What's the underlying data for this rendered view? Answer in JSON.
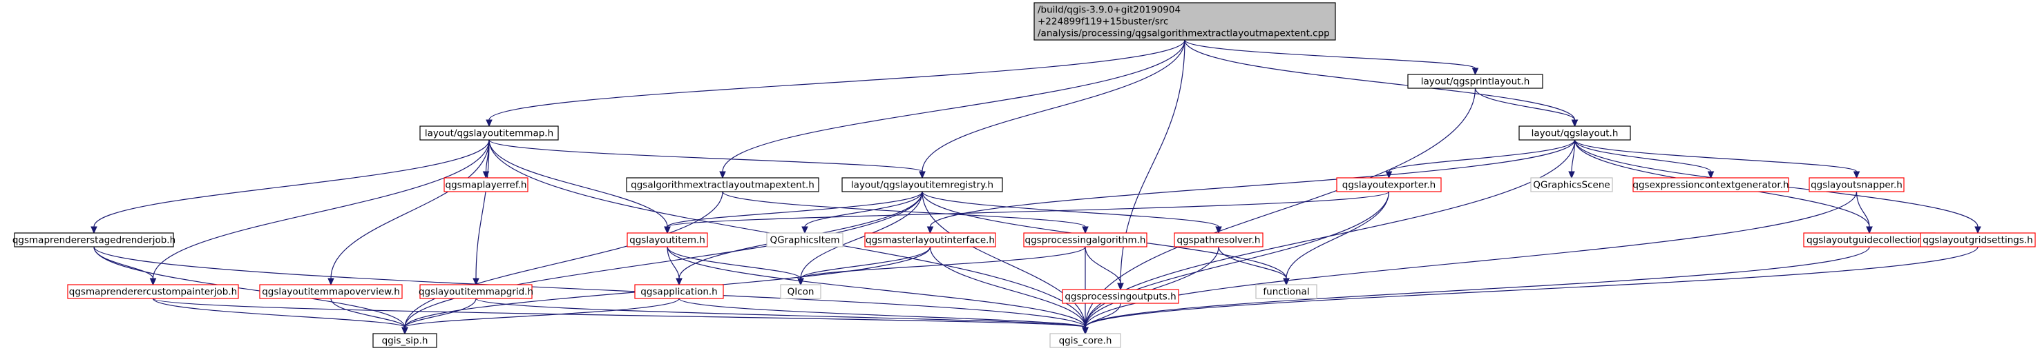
{
  "colors": {
    "edge": "#191970",
    "root_fill": "#bfbfbf",
    "root_border": "#000000",
    "documented_border": "#000000",
    "undocumented_border": "#ff0000",
    "external_border": "#bfbfbf",
    "text": "#000000"
  },
  "nodes": [
    {
      "id": "root",
      "kind": "root",
      "lines": [
        "/build/qgis-3.9.0+git20190904",
        "+224899f119+15buster/src",
        "/analysis/processing/qgsalgorithmextractlayoutmapextent.cpp"
      ]
    },
    {
      "id": "qgsprintlayout",
      "kind": "documented",
      "lines": [
        "layout/qgsprintlayout.h"
      ]
    },
    {
      "id": "qgslayout",
      "kind": "documented",
      "lines": [
        "layout/qgslayout.h"
      ]
    },
    {
      "id": "qgslayoutitemmap",
      "kind": "documented",
      "lines": [
        "layout/qgslayoutitemmap.h"
      ]
    },
    {
      "id": "qgsalgorithmextract_h",
      "kind": "documented",
      "lines": [
        "qgsalgorithmextractlayoutmapextent.h"
      ]
    },
    {
      "id": "qgslayoutitemregistry",
      "kind": "documented",
      "lines": [
        "layout/qgslayoutitemregistry.h"
      ]
    },
    {
      "id": "qgsmaplayerref",
      "kind": "undocumented",
      "lines": [
        "qgsmaplayerref.h"
      ]
    },
    {
      "id": "qgslayoutexporter",
      "kind": "undocumented",
      "lines": [
        "qgslayoutexporter.h"
      ]
    },
    {
      "id": "qgsgraphicsscene",
      "kind": "external",
      "lines": [
        "QGraphicsScene"
      ]
    },
    {
      "id": "qgsexpressioncontextgenerator",
      "kind": "undocumented",
      "lines": [
        "qgsexpressioncontextgenerator.h"
      ]
    },
    {
      "id": "qgslayoutsnapper",
      "kind": "undocumented",
      "lines": [
        "qgslayoutsnapper.h"
      ]
    },
    {
      "id": "qgsmaprendererstagedrenderjob",
      "kind": "documented",
      "lines": [
        "qgsmaprendererstagedrenderjob.h"
      ]
    },
    {
      "id": "qgslayoutitem",
      "kind": "undocumented",
      "lines": [
        "qgslayoutitem.h"
      ]
    },
    {
      "id": "qgraphicsitem",
      "kind": "external",
      "lines": [
        "QGraphicsItem"
      ]
    },
    {
      "id": "qgsmasterlayoutinterface",
      "kind": "undocumented",
      "lines": [
        "qgsmasterlayoutinterface.h"
      ]
    },
    {
      "id": "qgsprocessingalgorithm",
      "kind": "undocumented",
      "lines": [
        "qgsprocessingalgorithm.h"
      ]
    },
    {
      "id": "qgspathresolver",
      "kind": "undocumented",
      "lines": [
        "qgspathresolver.h"
      ]
    },
    {
      "id": "qgslayoutguidecollection",
      "kind": "undocumented",
      "lines": [
        "qgslayoutguidecollection.h"
      ]
    },
    {
      "id": "qgslayoutgridsettings",
      "kind": "undocumented",
      "lines": [
        "qgslayoutgridsettings.h"
      ]
    },
    {
      "id": "qgsmaprenderercustompainterjob",
      "kind": "undocumented",
      "lines": [
        "qgsmaprenderercustompainterjob.h"
      ]
    },
    {
      "id": "qgslayoutitemmapoverview",
      "kind": "undocumented",
      "lines": [
        "qgslayoutitemmapoverview.h"
      ]
    },
    {
      "id": "qgslayoutitemmapgrid",
      "kind": "undocumented",
      "lines": [
        "qgslayoutitemmapgrid.h"
      ]
    },
    {
      "id": "qgsapplication",
      "kind": "undocumented",
      "lines": [
        "qgsapplication.h"
      ]
    },
    {
      "id": "qicon",
      "kind": "external",
      "lines": [
        "QIcon"
      ]
    },
    {
      "id": "qgsprocessingoutputs",
      "kind": "undocumented",
      "lines": [
        "qgsprocessingoutputs.h"
      ]
    },
    {
      "id": "functional",
      "kind": "external",
      "lines": [
        "functional"
      ]
    },
    {
      "id": "qgis_sip",
      "kind": "documented",
      "lines": [
        "qgis_sip.h"
      ]
    },
    {
      "id": "qgis_core",
      "kind": "external",
      "lines": [
        "qgis_core.h"
      ]
    }
  ],
  "edges": [
    [
      "root",
      "qgslayoutitemmap"
    ],
    [
      "root",
      "qgsalgorithmextract_h"
    ],
    [
      "root",
      "qgslayoutitemregistry"
    ],
    [
      "root",
      "qgsprintlayout"
    ],
    [
      "root",
      "qgslayout"
    ],
    [
      "root",
      "qgsprocessingoutputs"
    ],
    [
      "qgsprintlayout",
      "qgslayout"
    ],
    [
      "qgsprintlayout",
      "qgis_core"
    ],
    [
      "qgslayout",
      "qgslayoutexporter"
    ],
    [
      "qgslayout",
      "qgsgraphicsscene"
    ],
    [
      "qgslayout",
      "qgsexpressioncontextgenerator"
    ],
    [
      "qgslayout",
      "qgslayoutsnapper"
    ],
    [
      "qgslayout",
      "qgslayoutguidecollection"
    ],
    [
      "qgslayout",
      "qgslayoutgridsettings"
    ],
    [
      "qgslayout",
      "qgsmasterlayoutinterface"
    ],
    [
      "qgslayout",
      "qgis_core"
    ],
    [
      "qgslayoutitemmap",
      "qgslayoutitemregistry"
    ],
    [
      "qgslayoutitemmap",
      "qgsmaplayerref"
    ],
    [
      "qgslayoutitemmap",
      "qgsmaprendererstagedrenderjob"
    ],
    [
      "qgslayoutitemmap",
      "qgsmaprenderercustompainterjob"
    ],
    [
      "qgslayoutitemmap",
      "qgslayoutitemmapoverview"
    ],
    [
      "qgslayoutitemmap",
      "qgslayoutitemmapgrid"
    ],
    [
      "qgslayoutitemmap",
      "qgslayoutitem"
    ],
    [
      "qgslayoutitemmap",
      "qgis_core"
    ],
    [
      "qgsalgorithmextract_h",
      "qgsprocessingalgorithm"
    ],
    [
      "qgsalgorithmextract_h",
      "qgis_sip"
    ],
    [
      "qgslayoutitemregistry",
      "qgslayoutitem"
    ],
    [
      "qgslayoutitemregistry",
      "qgraphicsitem"
    ],
    [
      "qgslayoutitemregistry",
      "qgsapplication"
    ],
    [
      "qgslayoutitemregistry",
      "qicon"
    ],
    [
      "qgslayoutitemregistry",
      "qgspathresolver"
    ],
    [
      "qgslayoutitemregistry",
      "functional"
    ],
    [
      "qgslayoutitemregistry",
      "qgis_core"
    ],
    [
      "qgslayoutitemregistry",
      "qgis_sip"
    ],
    [
      "qgslayoutexporter",
      "qgslayoutitem"
    ],
    [
      "qgslayoutexporter",
      "functional"
    ],
    [
      "qgslayoutexporter",
      "qgis_core"
    ],
    [
      "qgslayoutsnapper",
      "qgslayoutguidecollection"
    ],
    [
      "qgslayoutsnapper",
      "qgis_core"
    ],
    [
      "qgslayoutguidecollection",
      "qgis_core"
    ],
    [
      "qgslayoutgridsettings",
      "qgis_core"
    ],
    [
      "qgsmaprendererstagedrenderjob",
      "qgsmaprenderercustompainterjob"
    ],
    [
      "qgsmaprendererstagedrenderjob",
      "qgis_sip"
    ],
    [
      "qgsmaprendererstagedrenderjob",
      "qgis_core"
    ],
    [
      "qgsmaprenderercustompainterjob",
      "qgis_sip"
    ],
    [
      "qgsmaprenderercustompainterjob",
      "qgis_core"
    ],
    [
      "qgslayoutitemmapoverview",
      "qgis_sip"
    ],
    [
      "qgslayoutitemmapgrid",
      "qgis_sip"
    ],
    [
      "qgslayoutitemmapgrid",
      "qgis_core"
    ],
    [
      "qgslayoutitem",
      "qgsapplication"
    ],
    [
      "qgslayoutitem",
      "qicon"
    ],
    [
      "qgslayoutitem",
      "qgis_core"
    ],
    [
      "qgsmasterlayoutinterface",
      "qicon"
    ],
    [
      "qgsmasterlayoutinterface",
      "qgis_sip"
    ],
    [
      "qgsmasterlayoutinterface",
      "qgis_core"
    ],
    [
      "qgsprocessingalgorithm",
      "qicon"
    ],
    [
      "qgsprocessingalgorithm",
      "qgsprocessingoutputs"
    ],
    [
      "qgsprocessingalgorithm",
      "qgis_core"
    ],
    [
      "qgspathresolver",
      "functional"
    ],
    [
      "qgspathresolver",
      "qgis_core"
    ],
    [
      "qgsapplication",
      "qgis_sip"
    ],
    [
      "qgsapplication",
      "qgis_core"
    ],
    [
      "qgsprocessingoutputs",
      "qgis_core"
    ]
  ]
}
